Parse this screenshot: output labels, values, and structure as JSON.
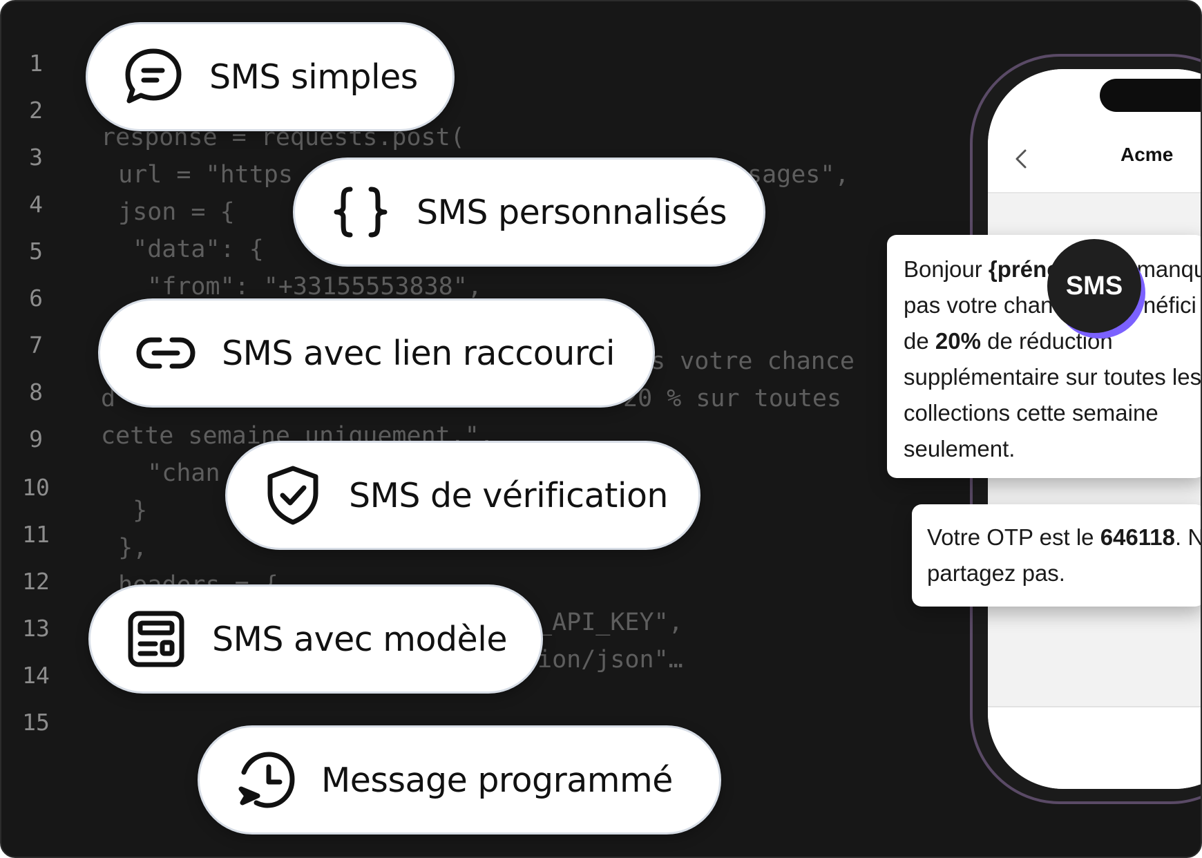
{
  "code": {
    "line_numbers": [
      "1",
      "2",
      "3",
      "4",
      "5",
      "6",
      "7",
      "8",
      "9",
      "10",
      "11",
      "12",
      "13",
      "14",
      "15"
    ],
    "lines": [
      "response = requests.post(",
      " url = \"https",
      "sages\",",
      " json = {",
      "  \"data\": {",
      "   \"from\": \"+33155553838\",",
      "s votre chance",
      "d",
      "20 % sur toutes",
      "cette semaine uniquement.\",",
      "   \"chan",
      "  }",
      " },",
      " headers = {",
      "_API_KEY\",",
      "ion/json\"…"
    ]
  },
  "pills": [
    {
      "label": "SMS simples",
      "icon": "chat-bubble-icon"
    },
    {
      "label": "SMS personnalisés",
      "icon": "curly-braces-icon"
    },
    {
      "label": "SMS avec lien raccourci",
      "icon": "link-icon"
    },
    {
      "label": "SMS de vérification",
      "icon": "shield-check-icon"
    },
    {
      "label": "SMS avec modèle",
      "icon": "template-icon"
    },
    {
      "label": "Message programmé",
      "icon": "scheduled-clock-icon"
    }
  ],
  "phone": {
    "contact_name": "Acme",
    "badge": "SMS",
    "message1": {
      "l1a": "Bonjour ",
      "l1b": "{préno",
      "l1c": "manqu",
      "l2a": "pas votre chan",
      "l2b": "énéfici",
      "l3a": "de ",
      "l3b": "20%",
      "l3c": " de réduction",
      "l4": "supplémentaire sur toutes les",
      "l5": "collections cette semaine",
      "l6": "seulement."
    },
    "message2": {
      "l1a": "Votre OTP est le ",
      "l1b": "646118",
      "l1c": ". N",
      "l2": "partagez pas."
    }
  },
  "colors": {
    "background": "#171717",
    "pill": "#ffffff",
    "accent": "#7b61ff"
  }
}
